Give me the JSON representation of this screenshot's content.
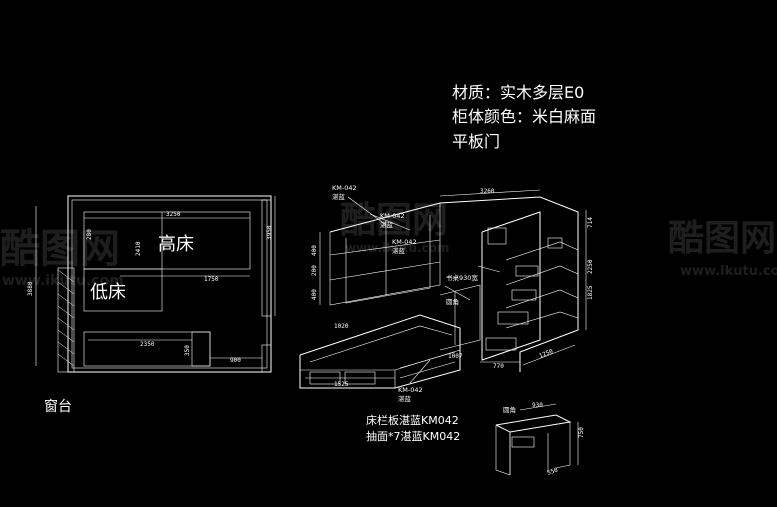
{
  "spec": {
    "material": "材质：实木多层E0",
    "color": "柜体颜色：米白麻面",
    "door": "平板门"
  },
  "plan": {
    "high_bed": "高床",
    "low_bed": "低床",
    "window_sill": "窗台",
    "dims": [
      "3250",
      "2410",
      "1750",
      "2350",
      "900",
      "350",
      "280",
      "3880",
      "3950"
    ]
  },
  "elevation": {
    "callouts": [
      "KM-042",
      "湛蓝",
      "KM-042",
      "湛蓝",
      "KM-042",
      "湛蓝",
      "KM-042",
      "湛蓝"
    ],
    "note_bookshelf": "书桌930宽",
    "note_round": "圆角",
    "dims": [
      "3260",
      "714",
      "2250",
      "1825",
      "1525",
      "1007",
      "770",
      "1250",
      "400",
      "400",
      "200",
      "1020"
    ],
    "bed_rail": "床栏板湛蓝KM042",
    "drawer": "抽面*7湛蓝KM042"
  },
  "desk": {
    "label": "圆角",
    "dims": [
      "930",
      "750",
      "550"
    ]
  },
  "watermark": {
    "brand": "酷图网",
    "url": "www.ikutu.com"
  }
}
